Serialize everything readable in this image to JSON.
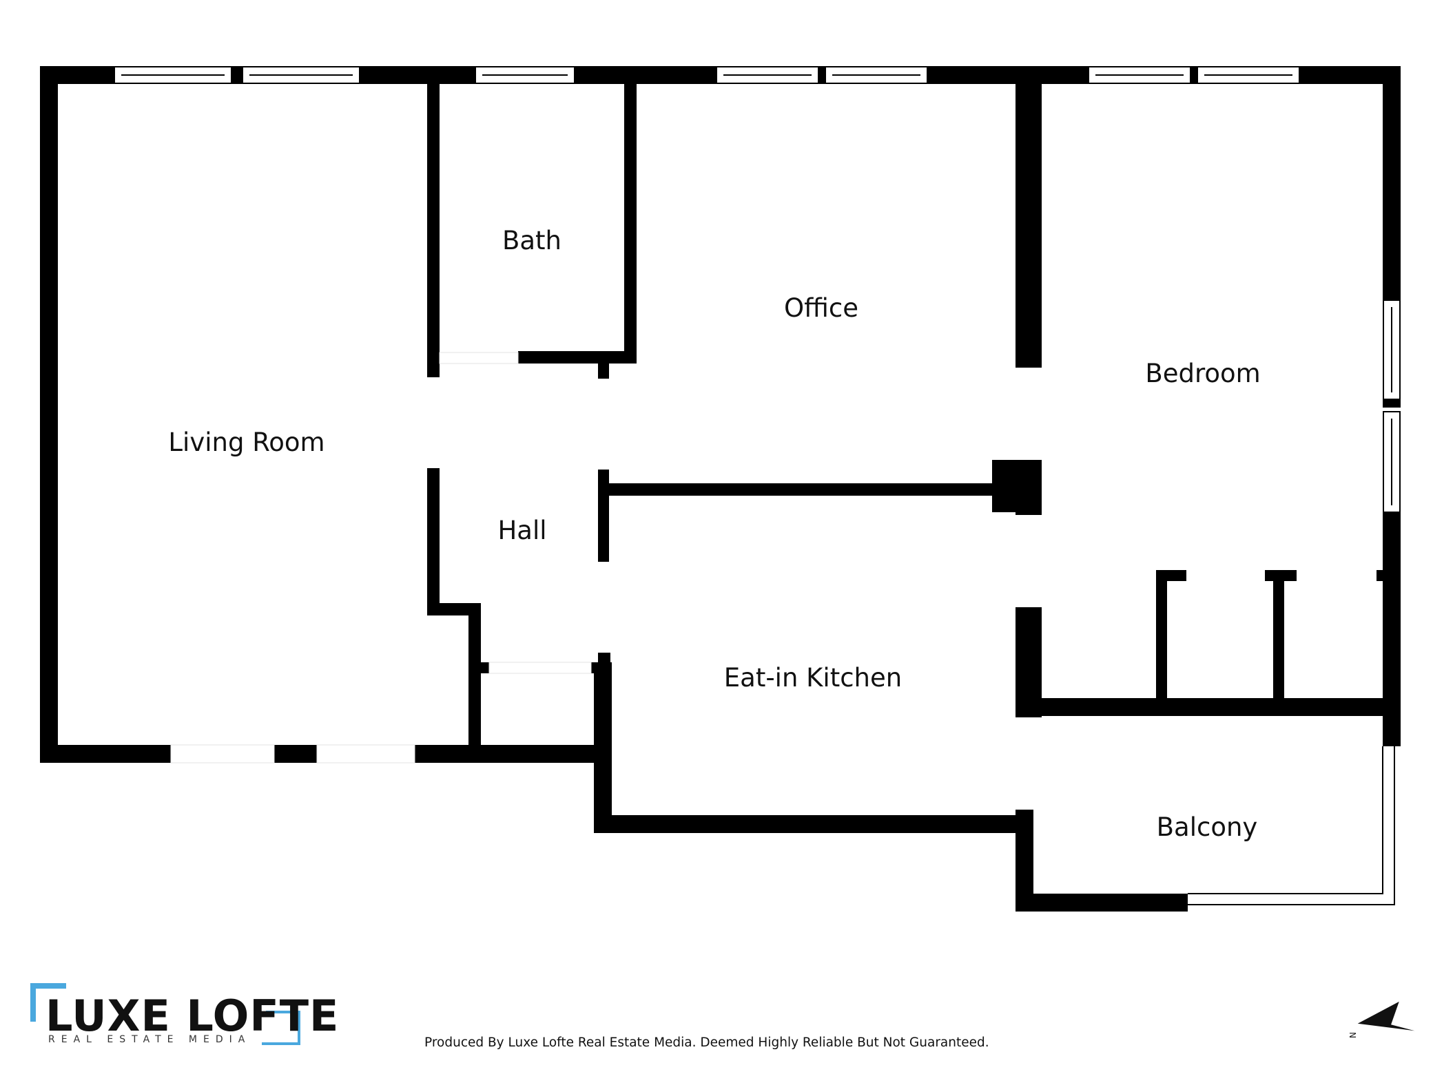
{
  "rooms": {
    "living_room": "Living Room",
    "bath": "Bath",
    "office": "Office",
    "bedroom": "Bedroom",
    "hall": "Hall",
    "kitchen": "Eat-in Kitchen",
    "balcony": "Balcony"
  },
  "branding": {
    "logo_main": "LUXE LOFTE",
    "logo_sub": "REAL ESTATE MEDIA",
    "accent_color": "#4aa8de",
    "disclaimer": "Produced By Luxe Lofte Real Estate Media. Deemed Highly Reliable But Not Guaranteed."
  },
  "compass": {
    "letter": "N",
    "icon": "north-arrow-icon"
  },
  "colors": {
    "wall": "#000000",
    "background": "#ffffff"
  }
}
